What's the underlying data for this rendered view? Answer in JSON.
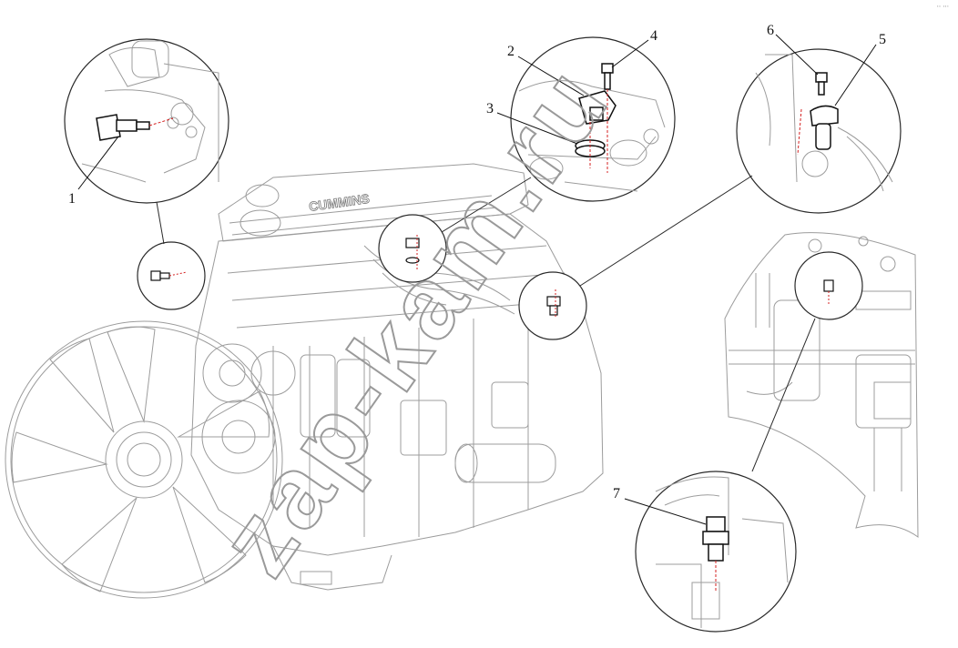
{
  "figure": {
    "callouts": [
      {
        "id": "callout-1",
        "text": "1"
      },
      {
        "id": "callout-2",
        "text": "2"
      },
      {
        "id": "callout-3",
        "text": "3"
      },
      {
        "id": "callout-4",
        "text": "4"
      },
      {
        "id": "callout-5",
        "text": "5"
      },
      {
        "id": "callout-6",
        "text": "6"
      },
      {
        "id": "callout-7",
        "text": "7"
      }
    ],
    "engine_plate_text": "CUMMINS",
    "watermark": "zap-kam.ru",
    "corner_mark": "∙∙ ∙∙∙"
  },
  "colors": {
    "line": "#2a2a2a",
    "light_line": "#9c9c9c",
    "red_dash": "#d42020",
    "watermark": "#9a9a9a"
  }
}
